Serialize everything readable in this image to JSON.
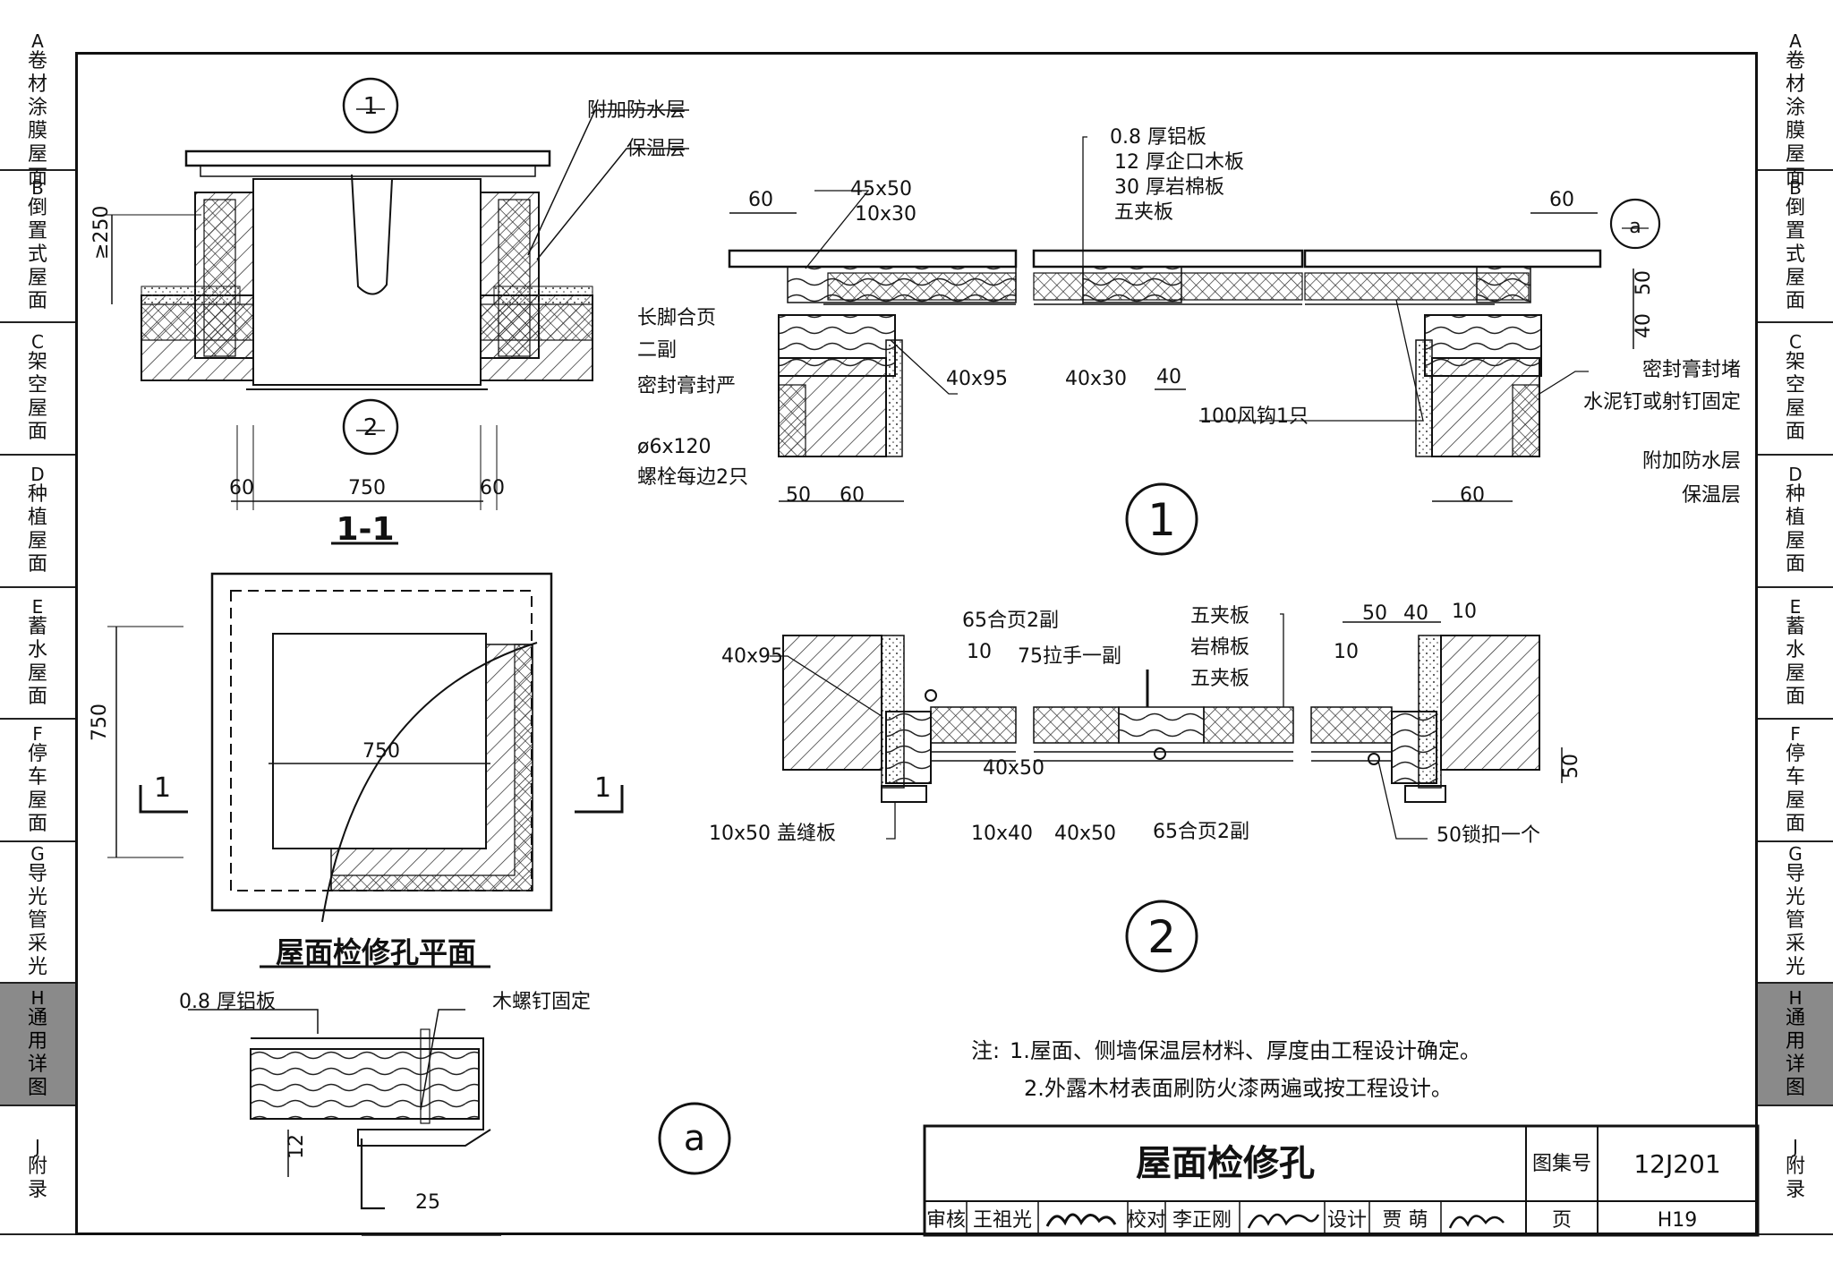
{
  "sidebar": {
    "tabs": [
      {
        "letter": "A",
        "label": [
          "卷",
          "材",
          "涂",
          "膜",
          "屋",
          "面"
        ],
        "active": false
      },
      {
        "letter": "B",
        "label": [
          "倒",
          "置",
          "式",
          "屋",
          "面"
        ],
        "active": false
      },
      {
        "letter": "C",
        "label": [
          "架",
          "空",
          "屋",
          "面"
        ],
        "active": false
      },
      {
        "letter": "D",
        "label": [
          "种",
          "植",
          "屋",
          "面"
        ],
        "active": false
      },
      {
        "letter": "E",
        "label": [
          "蓄",
          "水",
          "屋",
          "面"
        ],
        "active": false
      },
      {
        "letter": "F",
        "label": [
          "停",
          "车",
          "屋",
          "面"
        ],
        "active": false
      },
      {
        "letter": "G",
        "label": [
          "导",
          "光",
          "管",
          "采",
          "光"
        ],
        "active": false
      },
      {
        "letter": "H",
        "label": [
          "通",
          "用",
          "详",
          "图"
        ],
        "active": true
      },
      {
        "letter": "J",
        "label": [
          "附",
          "录"
        ],
        "active": false
      }
    ]
  },
  "section11": {
    "bubble_top": "1",
    "bubble_bottom": "2",
    "label_waterproof": "附加防水层",
    "label_insulation": "保温层",
    "dim_height": "≥250",
    "dim_left": "60",
    "dim_mid": "750",
    "dim_right": "60",
    "title": "1-1"
  },
  "plan": {
    "dim_vertical": "750",
    "dim_inner": "750",
    "cut_left": "1",
    "cut_right": "1",
    "title": "屋面检修孔平面"
  },
  "detail_a": {
    "label_alu": "0.8 厚铝板",
    "label_screw": "木螺钉固定",
    "dim_12": "12",
    "dim_25": "25",
    "marker": "a"
  },
  "detail1": {
    "layers": [
      "0.8 厚铝板",
      "12 厚企口木板",
      "30 厚岩棉板",
      "五夹板"
    ],
    "dim_60_left": "60",
    "dim_45x50": "45x50",
    "dim_10x30": "10x30",
    "dim_60_right": "60",
    "ref_a": "a",
    "label_hinge": "长脚合页",
    "label_hinge2": "二副",
    "label_sealant": "密封膏封严",
    "label_40x95": "40x95",
    "label_40x30": "40x30",
    "dim_40": "40",
    "label_bolt": "ø6x120",
    "label_bolt2": "螺栓每边2只",
    "dim_50": "50",
    "dim_60b": "60",
    "label_windhook": "100风钩1只",
    "dim_50v": "50",
    "dim_40v": "40",
    "label_seal_block": "密封膏封堵",
    "label_nail": "水泥钉或射钉固定",
    "label_waterproof": "附加防水层",
    "label_insulation": "保温层",
    "dim_60c": "60",
    "number": "1"
  },
  "detail2": {
    "label_65hinge": "65合页2副",
    "label_ply1": "五夹板",
    "label_rock": "岩棉板",
    "label_ply2": "五夹板",
    "label_40x95": "40x95",
    "dim_10a": "10",
    "label_handle": "75拉手一副",
    "label_40x50": "40x50",
    "label_cover": "10x50 盖缝板",
    "label_10x40": "10x40",
    "label_40x50b": "40x50",
    "label_65hinge2": "65合页2副",
    "dim_50a": "50",
    "dim_40a": "40",
    "dim_10b": "10",
    "dim_10c": "10",
    "dim_50v": "50",
    "label_lock": "50锁扣一个",
    "number": "2"
  },
  "notes": {
    "prefix": "注:",
    "line1": "1.屋面、侧墙保温层材料、厚度由工程设计确定。",
    "line2": "2.外露木材表面刷防火漆两遍或按工程设计。"
  },
  "title_block": {
    "title": "屋面检修孔",
    "atlas_label": "图集号",
    "atlas_no": "12J201",
    "review_label": "审核",
    "reviewer": "王祖光",
    "check_label": "校对",
    "checker": "李正刚",
    "design_label": "设计",
    "designer": "贾 萌",
    "page_label": "页",
    "page_no": "H19"
  }
}
